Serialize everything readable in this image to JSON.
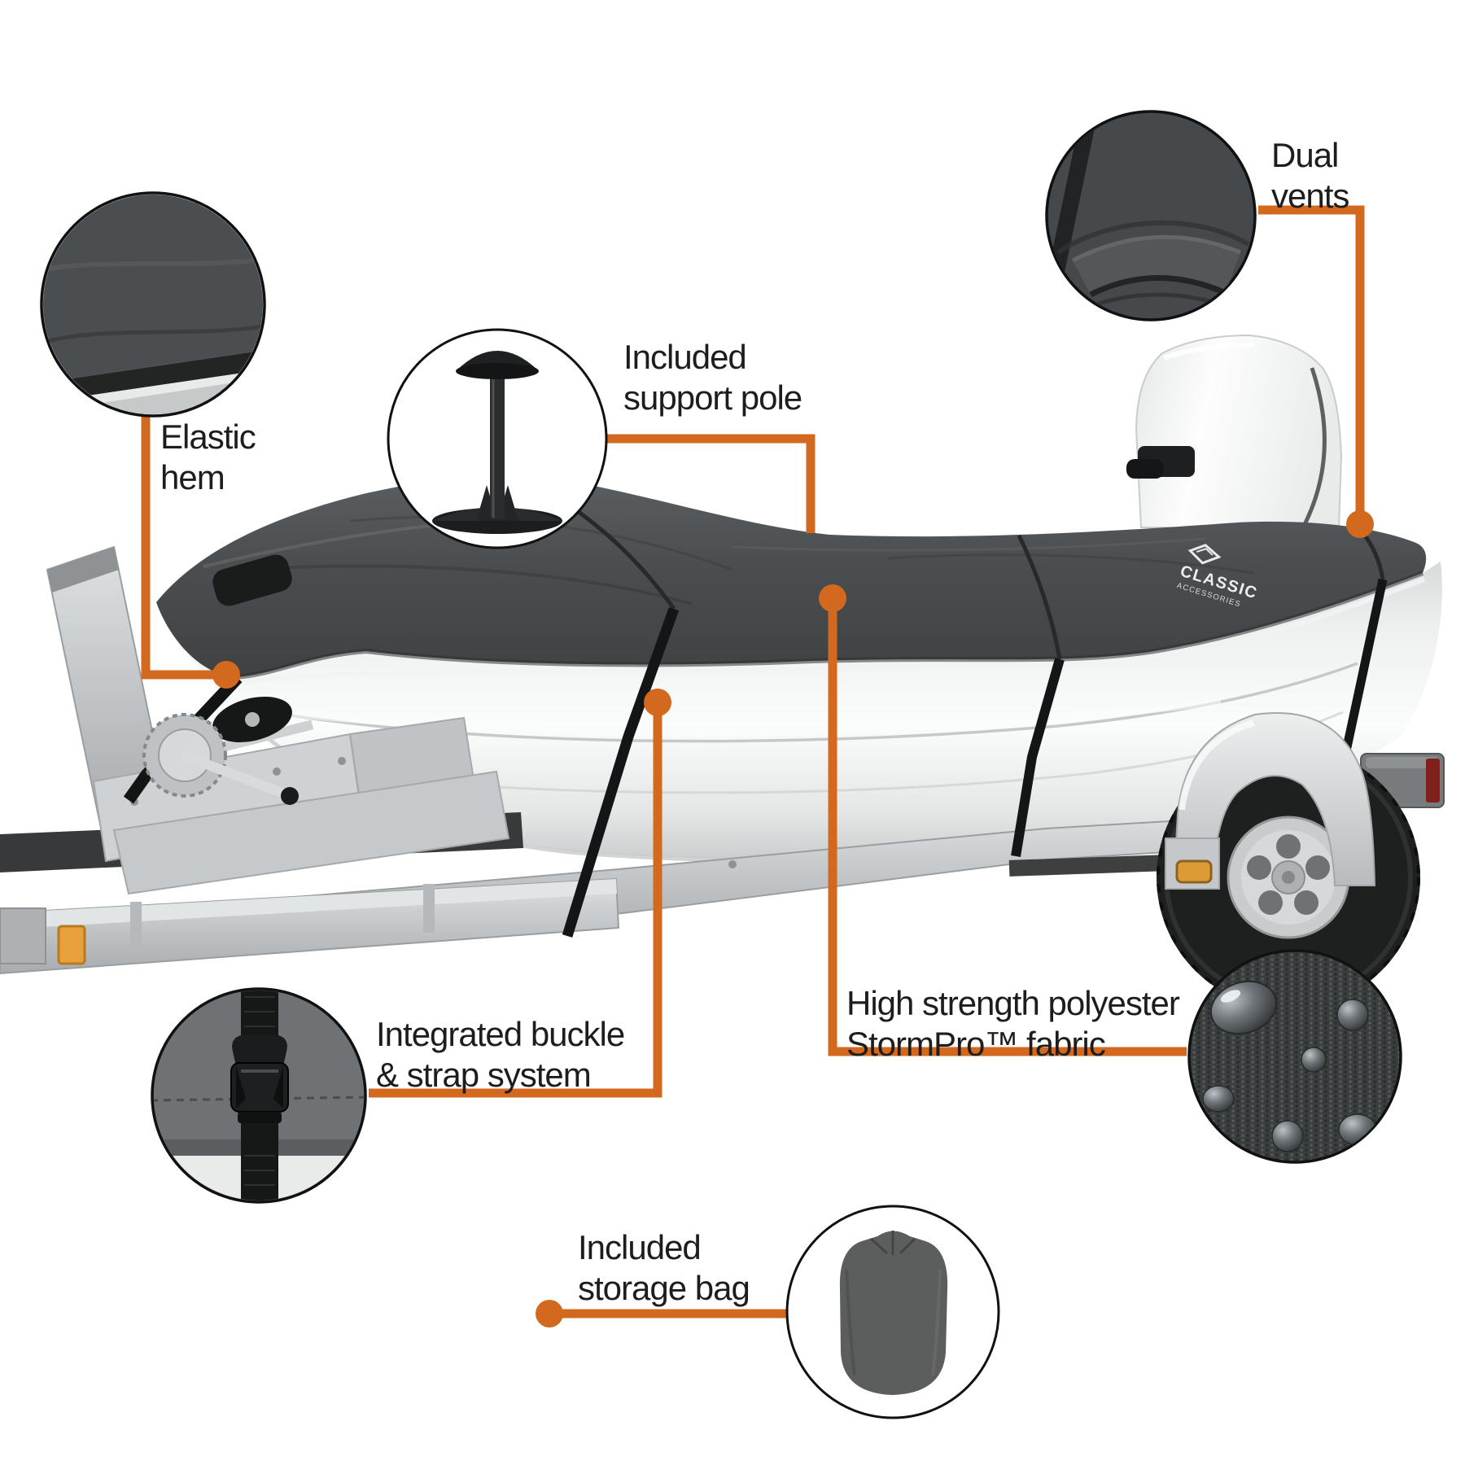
{
  "page": {
    "title": "Boat cover feature diagram",
    "background": "#FFFFFF"
  },
  "colors": {
    "accent_orange": "#D2691E",
    "cover_gray": "#4B4E50",
    "hull_white": "#F4F5F5",
    "trailer_galvanized": "#C7CACC",
    "label_text": "#1D1D1D"
  },
  "callouts": [
    {
      "id": "elastic-hem",
      "lines": [
        "Elastic",
        "hem"
      ]
    },
    {
      "id": "support-pole",
      "lines": [
        "Included",
        "support pole"
      ]
    },
    {
      "id": "dual-vents",
      "lines": [
        "Dual",
        "vents"
      ]
    },
    {
      "id": "buckle-strap",
      "lines": [
        "Integrated buckle",
        "& strap system"
      ]
    },
    {
      "id": "stormpro-fabric",
      "lines": [
        "High strength polyester",
        "StormPro™ fabric"
      ]
    },
    {
      "id": "storage-bag",
      "lines": [
        "Included",
        "storage bag"
      ]
    }
  ],
  "logo": {
    "brand": "CLASSIC",
    "sub": "ACCESSORIES"
  }
}
